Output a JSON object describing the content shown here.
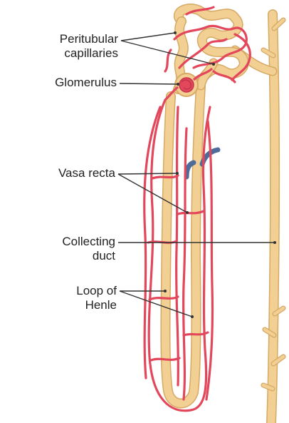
{
  "diagram": {
    "labels": {
      "peritubular_line1": "Peritubular",
      "peritubular_line2": "capillaries",
      "glomerulus": "Glomerulus",
      "vasa_recta": "Vasa recta",
      "collecting_line1": "Collecting",
      "collecting_line2": "duct",
      "loop_line1": "Loop of",
      "loop_line2": "Henle"
    },
    "colors": {
      "tubule": "#f2cf93",
      "tubule_outline": "#d6a964",
      "capillary": "#e2475c",
      "capillary_dark": "#c7344a",
      "venous_end": "#4f6b9a",
      "leader_line": "#333333"
    }
  }
}
